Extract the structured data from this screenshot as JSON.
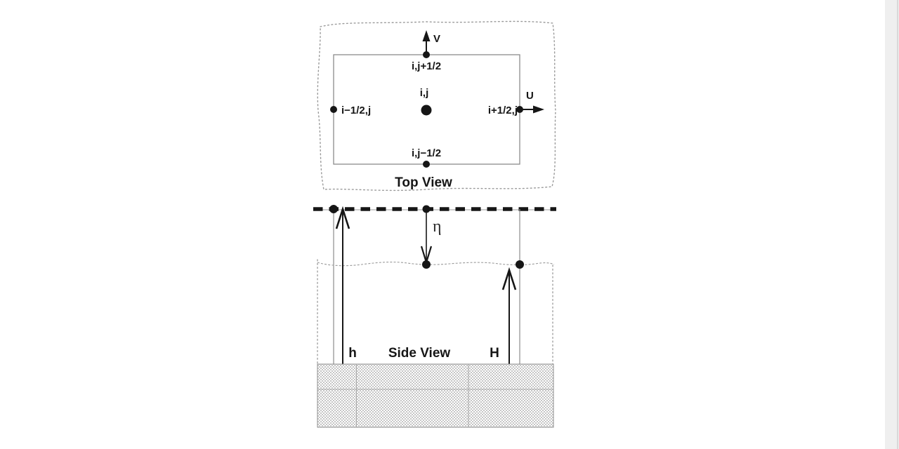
{
  "figure": {
    "top_view": {
      "title": "Top View",
      "center_point_label": "i,j",
      "north_point_label": "i,j+1/2",
      "south_point_label": "i,j−1/2",
      "west_point_label": "i−1/2,j",
      "east_point_label": "i+1/2,j",
      "v_velocity_label": "V",
      "u_velocity_label": "U"
    },
    "side_view": {
      "title": "Side View",
      "surface_elevation_label": "η",
      "depth_label": "h",
      "total_depth_label": "H"
    },
    "colors": {
      "ink": "#161616",
      "thin_line_gray": "#8c8c8c",
      "dotted_boundary_gray": "#9a9a9a",
      "hatch_check_gray": "#c6c6c6",
      "hatch_divider_gray": "#a8a8a8",
      "page_background": "#ffffff",
      "gutter_background": "#efefef",
      "gutter_edge": "#d9d9d9"
    }
  }
}
